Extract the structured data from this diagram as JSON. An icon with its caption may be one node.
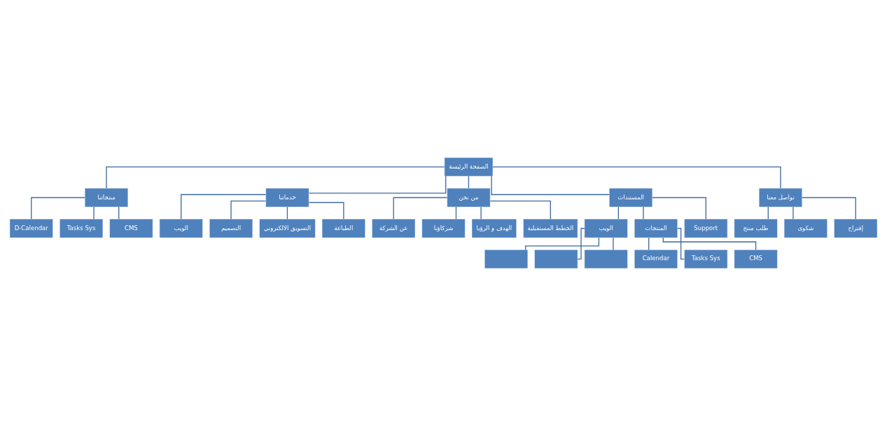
{
  "diagram": {
    "nodes": [
      {
        "text": [
          "الصفحة الرئيسة"
        ]
      },
      {
        "text": [
          "منتجاتنا"
        ]
      },
      {
        "text": [
          "D-Calendar"
        ]
      },
      {
        "text": [
          "Tasks Sys"
        ]
      },
      {
        "text": [
          "CMS"
        ]
      },
      {
        "text": [
          "خدماتنا"
        ]
      },
      {
        "text": [
          "الويب"
        ]
      },
      {
        "text": [
          "التصميم"
        ]
      },
      {
        "text": [
          "التسويق الالكتروني"
        ]
      },
      {
        "text": [
          "الطباعة"
        ]
      },
      {
        "text": [
          "من نحن"
        ]
      },
      {
        "text": [
          "عن الشركة"
        ]
      },
      {
        "text": [
          "شركاؤنا"
        ]
      },
      {
        "text": [
          "الهدف و الرؤيا"
        ]
      },
      {
        "text": [
          "الخطط المستقبلية"
        ]
      },
      {
        "text": [
          "المستندات"
        ]
      },
      {
        "text": [
          "الويب"
        ]
      },
      {
        "text": [],
        "shape": "box"
      },
      {
        "text": [],
        "shape": "box"
      },
      {
        "text": [],
        "shape": "box"
      },
      {
        "text": [
          "المنتجات"
        ]
      },
      {
        "text": [
          "Calendar"
        ]
      },
      {
        "text": [
          "Tasks Sys"
        ]
      },
      {
        "text": [
          "CMS"
        ]
      },
      {
        "text": [
          "Support"
        ]
      },
      {
        "text": [
          "تواصل معنا"
        ]
      },
      {
        "text": [
          "طلب منتج"
        ]
      },
      {
        "text": [
          "شكوى"
        ]
      },
      {
        "text": [
          "إقتراح"
        ]
      }
    ],
    "edges": [
      {
        "from": 0,
        "to": 1,
        "arrow": "none"
      },
      {
        "from": 0,
        "to": 5,
        "arrow": "none"
      },
      {
        "from": 0,
        "to": 10,
        "arrow": "none"
      },
      {
        "from": 0,
        "to": 15,
        "arrow": "none"
      },
      {
        "from": 0,
        "to": 25,
        "arrow": "none"
      },
      {
        "from": 1,
        "to": 2,
        "arrow": "none"
      },
      {
        "from": 1,
        "to": 3,
        "arrow": "none"
      },
      {
        "from": 1,
        "to": 4,
        "arrow": "none"
      },
      {
        "from": 5,
        "to": 6,
        "arrow": "none"
      },
      {
        "from": 5,
        "to": 7,
        "arrow": "none"
      },
      {
        "from": 5,
        "to": 8,
        "arrow": "none"
      },
      {
        "from": 5,
        "to": 9,
        "arrow": "none"
      },
      {
        "from": 10,
        "to": 11,
        "arrow": "none"
      },
      {
        "from": 10,
        "to": 12,
        "arrow": "none"
      },
      {
        "from": 10,
        "to": 13,
        "arrow": "none"
      },
      {
        "from": 10,
        "to": 14,
        "arrow": "none"
      },
      {
        "from": 15,
        "to": 16,
        "arrow": "none"
      },
      {
        "from": 15,
        "to": 20,
        "arrow": "none"
      },
      {
        "from": 15,
        "to": 24,
        "arrow": "none"
      },
      {
        "from": 16,
        "to": 17,
        "arrow": "none"
      },
      {
        "from": 16,
        "to": 18,
        "arrow": "none"
      },
      {
        "from": 16,
        "to": 19,
        "arrow": "none"
      },
      {
        "from": 20,
        "to": 21,
        "arrow": "none"
      },
      {
        "from": 20,
        "to": 22,
        "arrow": "none"
      },
      {
        "from": 20,
        "to": 23,
        "arrow": "none"
      },
      {
        "from": 25,
        "to": 26,
        "arrow": "none"
      },
      {
        "from": 25,
        "to": 27,
        "arrow": "none"
      },
      {
        "from": 25,
        "to": 28,
        "arrow": "none"
      }
    ]
  }
}
